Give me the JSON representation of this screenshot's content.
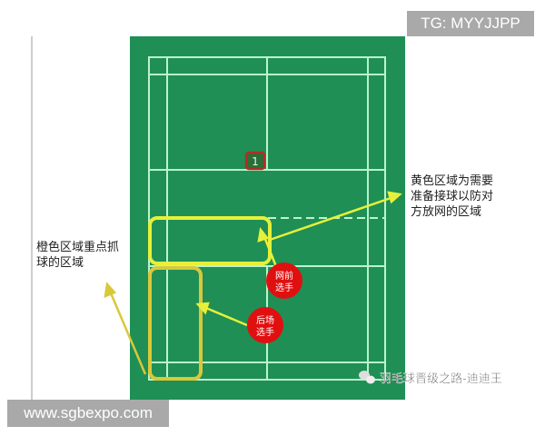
{
  "watermarks": {
    "top_right": "TG: MYYJJPP",
    "bottom_left": "www.sgbexpo.com"
  },
  "court": {
    "colors": {
      "court": "#1f8f55",
      "lines": "#b9f5c9",
      "yellow_zone": "#e6f03a",
      "orange_zone": "#d9c83a",
      "player": "#e01010"
    },
    "marker_label": "1"
  },
  "annotations": {
    "right_line1": "黄色区域为需要",
    "right_line2": "准备接球以防对",
    "right_line3": "方放网的区域",
    "left_line1": "橙色区域重点抓",
    "left_line2": "球的区域"
  },
  "players": {
    "front": {
      "line1": "网前",
      "line2": "选手"
    },
    "back": {
      "line1": "后场",
      "line2": "选手"
    }
  },
  "credit": {
    "icon": "wechat-icon",
    "text": "羽毛球晋级之路-迪迪王"
  }
}
